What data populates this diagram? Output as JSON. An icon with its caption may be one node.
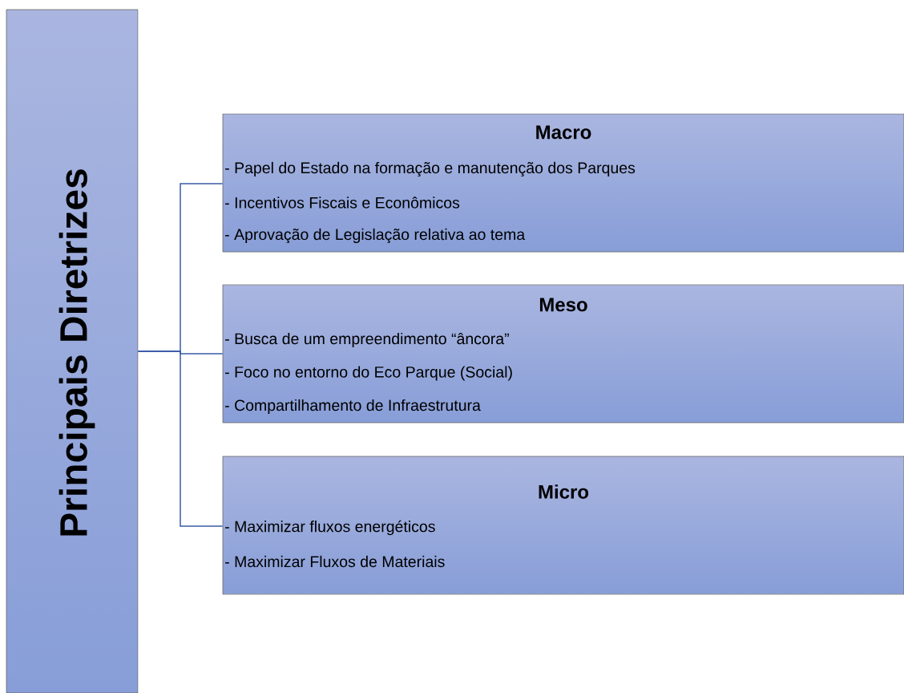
{
  "diagram": {
    "nodes": [
      {
        "text": [
          "Principais Diretrizes"
        ]
      },
      {
        "text": [
          "Macro",
          "- Papel do Estado na formação e manutenção dos Parques",
          "- Incentivos Fiscais e Econômicos",
          "- Aprovação de Legislação relativa ao tema"
        ]
      },
      {
        "text": [
          "Meso",
          "- Busca de um empreendimento “âncora”",
          "- Foco no entorno do Eco Parque (Social)",
          "- Compartilhamento de Infraestrutura"
        ]
      },
      {
        "text": [
          "Micro",
          "- Maximizar fluxos energéticos",
          "- Maximizar Fluxos de Materiais"
        ]
      }
    ],
    "edges": [
      {
        "from": 0,
        "to": 1,
        "arrow": "none"
      },
      {
        "from": 0,
        "to": 2,
        "arrow": "none"
      },
      {
        "from": 0,
        "to": 3,
        "arrow": "none"
      }
    ]
  }
}
